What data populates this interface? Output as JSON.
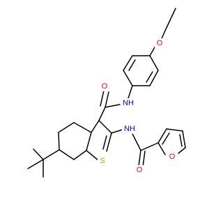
{
  "structure": {
    "atoms": {
      "ethoxy_o": "O",
      "amide1_o": "O",
      "amide1_nh": "NH",
      "amide2_nh": "NH",
      "amide2_o": "O",
      "furan_o": "O",
      "thiophene_s": "S"
    },
    "colors": {
      "oxygen": "#ff0000",
      "nitrogen": "#0000ff",
      "sulfur": "#b8a800",
      "bond": "#000000"
    }
  }
}
